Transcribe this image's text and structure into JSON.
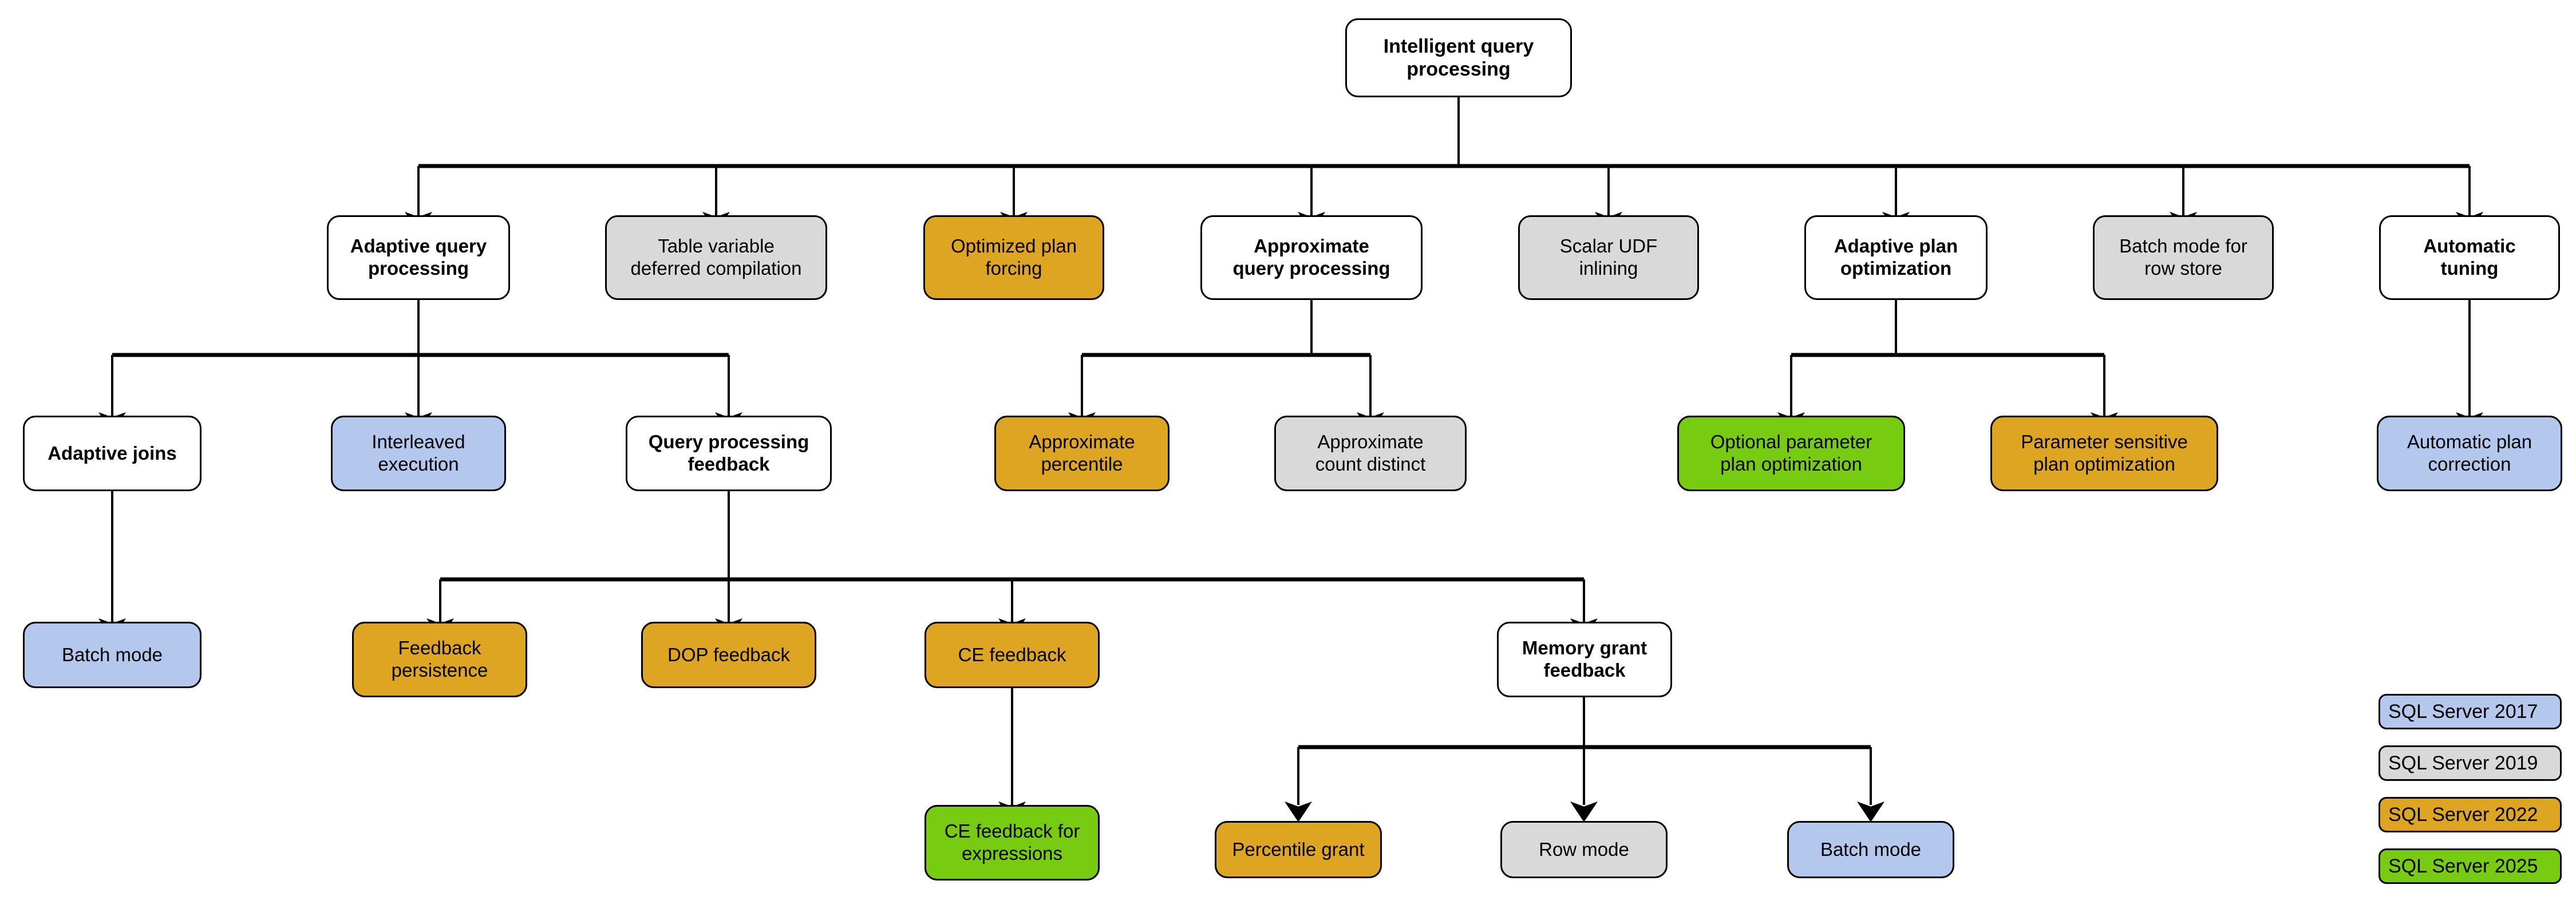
{
  "diagram": {
    "title": "Intelligent query processing",
    "type": "hierarchy-tree",
    "colors": {
      "sql_server_2017": "#b4c7ed",
      "sql_server_2019": "#d9d9d9",
      "sql_server_2022": "#dda521",
      "sql_server_2025": "#77cc12",
      "default_white": "#ffffff",
      "stroke": "#000000"
    }
  },
  "nodes": {
    "root": {
      "label": "Intelligent query\nprocessing",
      "version": "none"
    },
    "row2": [
      {
        "label": "Adaptive query\nprocessing",
        "version": "none"
      },
      {
        "label": "Table variable\ndeferred compilation",
        "version": "sql_server_2019"
      },
      {
        "label": "Optimized plan\nforcing",
        "version": "sql_server_2022"
      },
      {
        "label": "Approximate\nquery processing",
        "version": "none"
      },
      {
        "label": "Scalar UDF\ninlining",
        "version": "sql_server_2019"
      },
      {
        "label": "Adaptive plan\noptimization",
        "version": "none"
      },
      {
        "label": "Batch mode for\nrow store",
        "version": "sql_server_2019"
      },
      {
        "label": "Automatic\ntuning",
        "version": "none"
      }
    ],
    "row3": [
      {
        "label": "Adaptive joins",
        "version": "none"
      },
      {
        "label": "Interleaved\nexecution",
        "version": "sql_server_2017"
      },
      {
        "label": "Query processing\nfeedback",
        "version": "none"
      },
      {
        "label": "Approximate\npercentile",
        "version": "sql_server_2022"
      },
      {
        "label": "Approximate\ncount distinct",
        "version": "sql_server_2019"
      },
      {
        "label": "Optional parameter\nplan optimization",
        "version": "sql_server_2025"
      },
      {
        "label": "Parameter sensitive\nplan optimization",
        "version": "sql_server_2022"
      },
      {
        "label": "Automatic plan\ncorrection",
        "version": "sql_server_2017"
      }
    ],
    "row4": [
      {
        "label": "Batch mode",
        "version": "sql_server_2017"
      },
      {
        "label": "Feedback\npersistence",
        "version": "sql_server_2022"
      },
      {
        "label": "DOP feedback",
        "version": "sql_server_2022"
      },
      {
        "label": "CE feedback",
        "version": "sql_server_2022"
      },
      {
        "label": "Memory grant\nfeedback",
        "version": "none"
      }
    ],
    "row5": [
      {
        "label": "CE feedback for\nexpressions",
        "version": "sql_server_2025"
      },
      {
        "label": "Percentile grant",
        "version": "sql_server_2022"
      },
      {
        "label": "Row mode",
        "version": "sql_server_2019"
      },
      {
        "label": "Batch mode",
        "version": "sql_server_2017"
      }
    ]
  },
  "legend": {
    "items": [
      {
        "label": "SQL Server 2017",
        "version": "sql_server_2017"
      },
      {
        "label": "SQL Server 2019",
        "version": "sql_server_2019"
      },
      {
        "label": "SQL Server 2022",
        "version": "sql_server_2022"
      },
      {
        "label": "SQL Server 2025",
        "version": "sql_server_2025"
      }
    ]
  }
}
